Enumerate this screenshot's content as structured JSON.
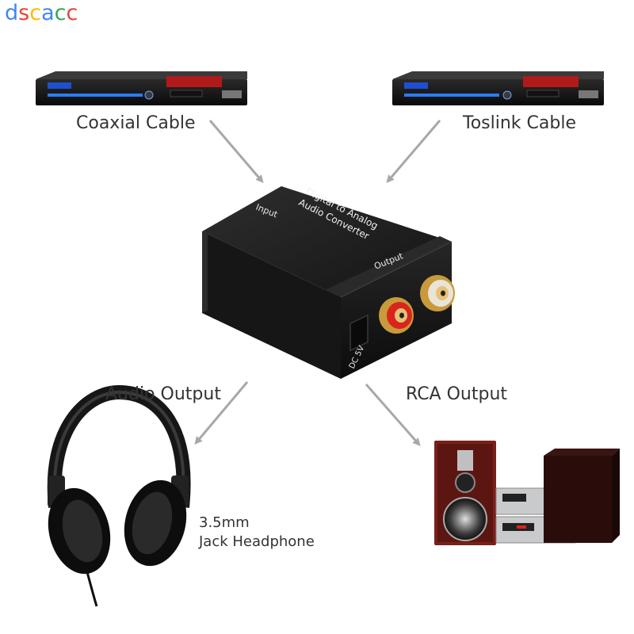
{
  "watermark": {
    "letters": [
      "d",
      "s",
      "c",
      "a",
      "c",
      "c"
    ],
    "colors": [
      "#4285F4",
      "#EA4335",
      "#FBBC05",
      "#4285F4",
      "#34A853",
      "#EA4335"
    ]
  },
  "labels": {
    "coaxial": "Coaxial Cable",
    "toslink": "Toslink Cable",
    "audio_output": "Audio Output",
    "rca_output": "RCA Output",
    "headphone_line1": "3.5mm",
    "headphone_line2": "Jack Headphone"
  },
  "converter": {
    "top_line1": "Digital to Analog",
    "top_line2": "Audio Converter",
    "input_label": "Input",
    "output_label": "Output",
    "dc_label": "DC 5V"
  },
  "colors": {
    "arrow": "#a8a8a8",
    "device_body": "#1c1c1c",
    "rca_gold": "#c89a3c",
    "rca_red": "#d9251c",
    "rca_white": "#e8e4d8",
    "speaker_wood": "#7a1f1a",
    "stereo_silver": "#c9cacc"
  }
}
